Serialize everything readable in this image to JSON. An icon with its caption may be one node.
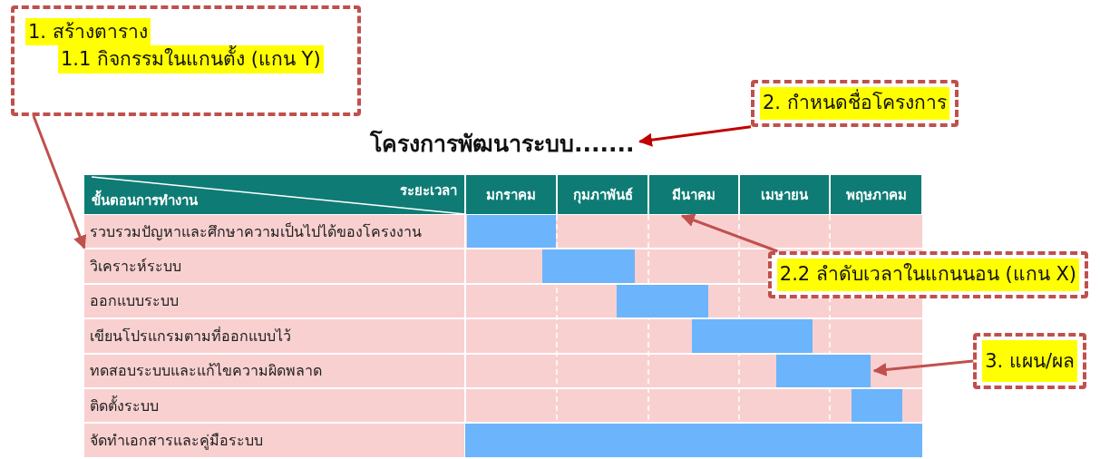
{
  "diagram": {
    "nodes": [
      {
        "text": [
          "1.  สร้างตาราง",
          "1.1  กิจกรรมในแกนตั้ง (แกน Y)"
        ]
      },
      {
        "text": [
          "โครงการพัฒนาระบบ......."
        ]
      },
      {
        "text": [
          "2.  กำหนดชื่อโครงการ"
        ]
      },
      {
        "text": [
          "2.2  ลำดับเวลาในแกนนอน (แกน X)"
        ]
      },
      {
        "text": [
          "3. แผน/ผล"
        ]
      },
      {
        "text": [
          "ขั้นตอนการทำงาน",
          "ระยะเวลา"
        ]
      },
      {
        "text": [
          "มกราคม"
        ]
      },
      {
        "text": [
          "กุมภาพันธ์"
        ]
      },
      {
        "text": [
          "มีนาคม"
        ]
      },
      {
        "text": [
          "เมษายน"
        ]
      },
      {
        "text": [
          "พฤษภาคม"
        ]
      },
      {
        "text": [
          "รวบรวมปัญหาและศึกษาความเป็นไปได้ของโครงงาน"
        ]
      },
      {
        "text": [],
        "shape": "bar"
      },
      {
        "text": [
          "วิเคราะห์ระบบ"
        ]
      },
      {
        "text": [],
        "shape": "bar"
      },
      {
        "text": [
          "ออกแบบระบบ"
        ]
      },
      {
        "text": [],
        "shape": "bar"
      },
      {
        "text": [
          "เขียนโปรแกรมตามที่ออกแบบไว้"
        ]
      },
      {
        "text": [],
        "shape": "bar"
      },
      {
        "text": [
          "ทดสอบระบบและแก้ไขความผิดพลาด"
        ]
      },
      {
        "text": [],
        "shape": "bar"
      },
      {
        "text": [
          "ติดตั้งระบบ"
        ]
      },
      {
        "text": [],
        "shape": "bar"
      },
      {
        "text": [
          "จัดทำเอกสารและคู่มือระบบ"
        ]
      },
      {
        "text": [],
        "shape": "bar"
      }
    ],
    "edges": [
      {
        "from": 0,
        "to": 11,
        "arrow": "to"
      },
      {
        "from": 2,
        "to": 1,
        "arrow": "to",
        "color": "#c00000"
      },
      {
        "from": 3,
        "to": 8,
        "arrow": "to"
      },
      {
        "from": 4,
        "to": 20,
        "arrow": "to"
      }
    ]
  }
}
